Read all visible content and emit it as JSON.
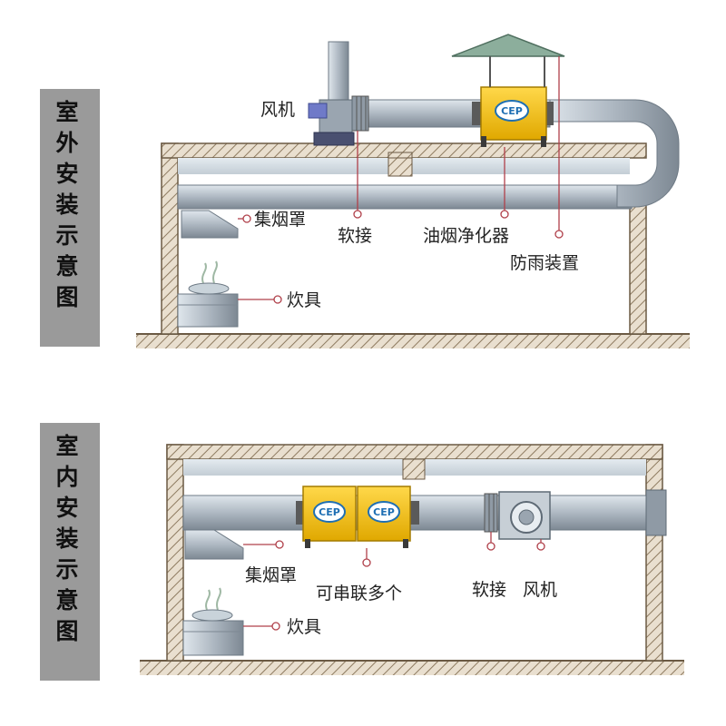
{
  "outdoor": {
    "title": "室外安装示意图",
    "labels": {
      "fan": "风机",
      "hood": "集烟罩",
      "flex": "软接",
      "purifier": "油烟净化器",
      "rain": "防雨装置",
      "stove": "炊具"
    }
  },
  "indoor": {
    "title": "室内安装示意图",
    "labels": {
      "hood": "集烟罩",
      "series": "可串联多个",
      "flex": "软接",
      "fan": "风机",
      "stove": "炊具"
    }
  },
  "logo_text": "CEP",
  "colors": {
    "title_panel": "#9a9a9a",
    "duct": "#aeb8c2",
    "purifier": "#f2c200",
    "wall": "#9e8a6e",
    "leader": "#b0404a"
  }
}
